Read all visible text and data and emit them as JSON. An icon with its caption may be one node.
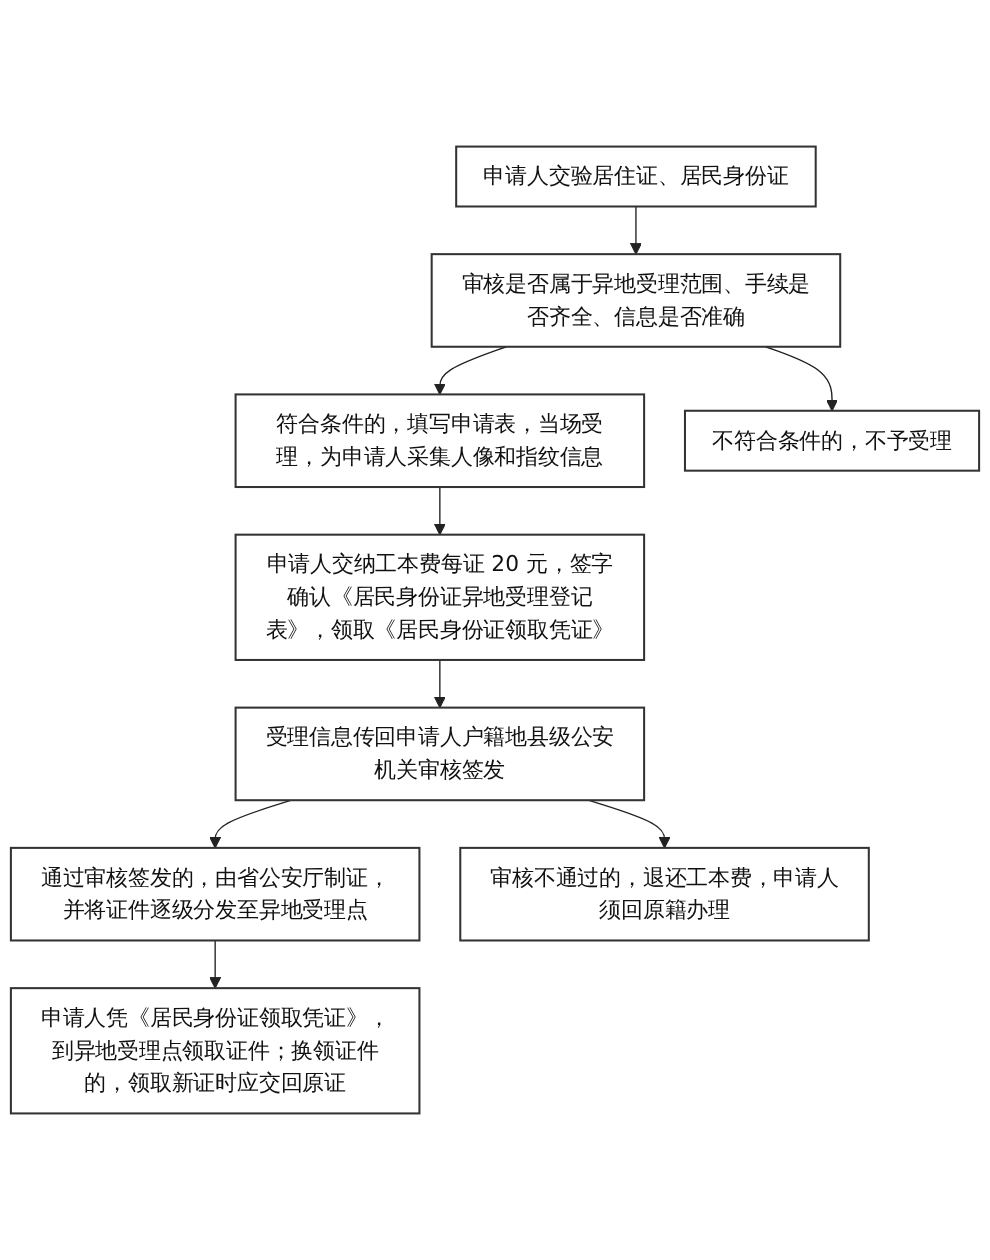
{
  "diagram": {
    "nodes": [
      {
        "text": [
          "申请人交验居住证、居民身份证"
        ]
      },
      {
        "text": [
          "审核是否属于异地受理范围、手续是否齐全、信息是否准确"
        ]
      },
      {
        "text": [
          "符合条件的，填写申请表，当场受理，为申请人采集人像和指纹信息"
        ]
      },
      {
        "text": [
          "不符合条件的，不予受理"
        ]
      },
      {
        "text": [
          "申请人交纳工本费每证 20 元，签字确认《居民身份证异地受理登记表》，领取《居民身份证领取凭证》"
        ]
      },
      {
        "text": [
          "受理信息传回申请人户籍地县级公安机关审核签发"
        ]
      },
      {
        "text": [
          "通过审核签发的，由省公安厅制证，并将证件逐级分发至异地受理点"
        ]
      },
      {
        "text": [
          "审核不通过的，退还工本费，申请人须回原籍办理"
        ]
      },
      {
        "text": [
          "申请人凭《居民身份证领取凭证》，到异地受理点领取证件；换领证件的，领取新证时应交回原证"
        ]
      }
    ],
    "edges": [
      {
        "from": 0,
        "to": 1,
        "arrow": "to"
      },
      {
        "from": 1,
        "to": 2,
        "arrow": "to"
      },
      {
        "from": 1,
        "to": 3,
        "arrow": "to"
      },
      {
        "from": 2,
        "to": 4,
        "arrow": "to"
      },
      {
        "from": 4,
        "to": 5,
        "arrow": "to"
      },
      {
        "from": 5,
        "to": 6,
        "arrow": "to"
      },
      {
        "from": 5,
        "to": 7,
        "arrow": "to"
      },
      {
        "from": 6,
        "to": 8,
        "arrow": "to"
      }
    ]
  }
}
